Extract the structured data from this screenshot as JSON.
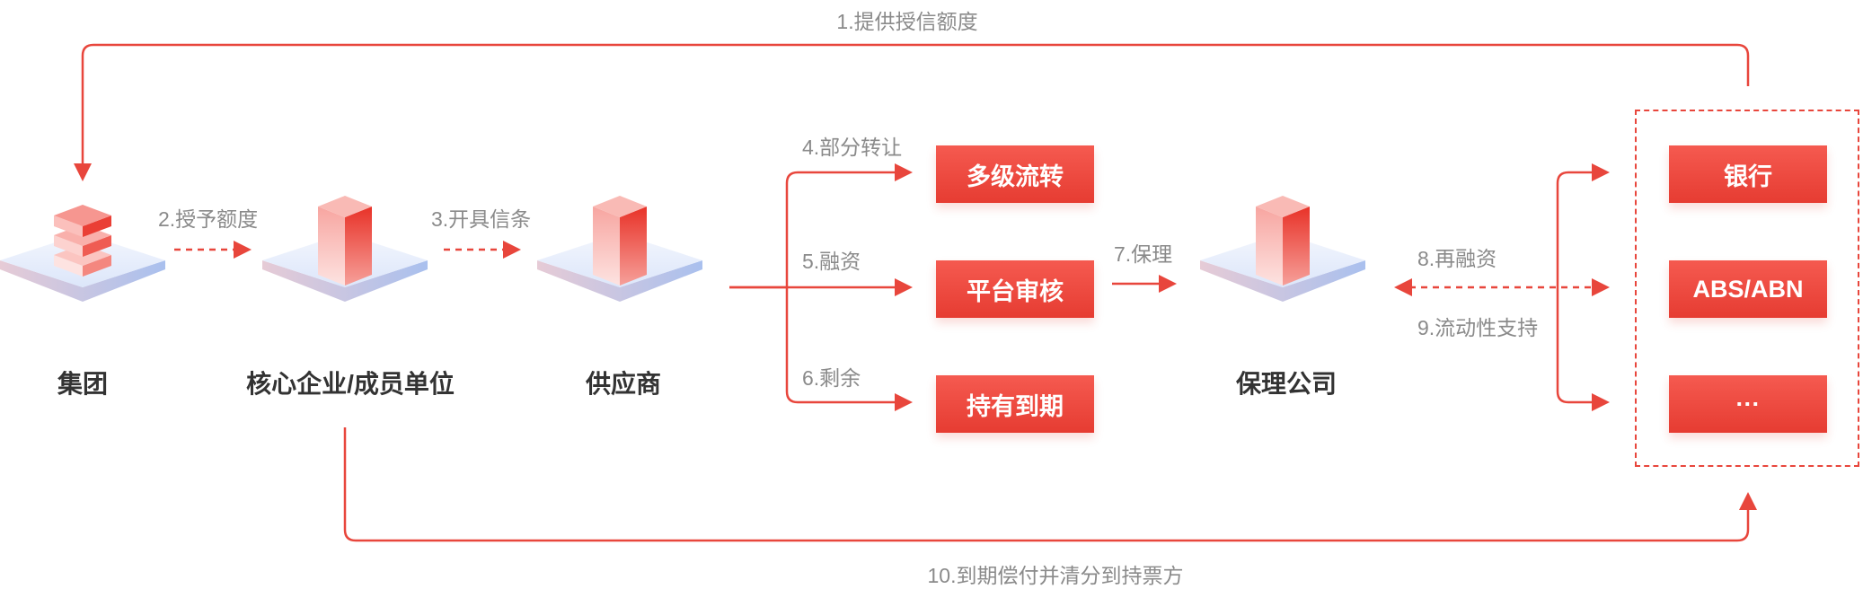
{
  "colors": {
    "accent": "#e8463c",
    "label_gray": "#8a8a8a",
    "node_text": "#333333"
  },
  "nodes": {
    "group": "集团",
    "core_enterprise": "核心企业/成员单位",
    "supplier": "供应商",
    "factoring": "保理公司"
  },
  "steps": {
    "s1": "1.提供授信额度",
    "s2": "2.授予额度",
    "s3": "3.开具信条",
    "s4": "4.部分转让",
    "s5": "5.融资",
    "s6": "6.剩余",
    "s7": "7.保理",
    "s8": "8.再融资",
    "s9": "9.流动性支持",
    "s10": "10.到期偿付并清分到持票方"
  },
  "outcomes": {
    "multi_level": "多级流转",
    "platform_review": "平台审核",
    "hold_to_maturity": "持有到期"
  },
  "investors": {
    "bank": "银行",
    "abs": "ABS/ABN",
    "more": "···"
  }
}
